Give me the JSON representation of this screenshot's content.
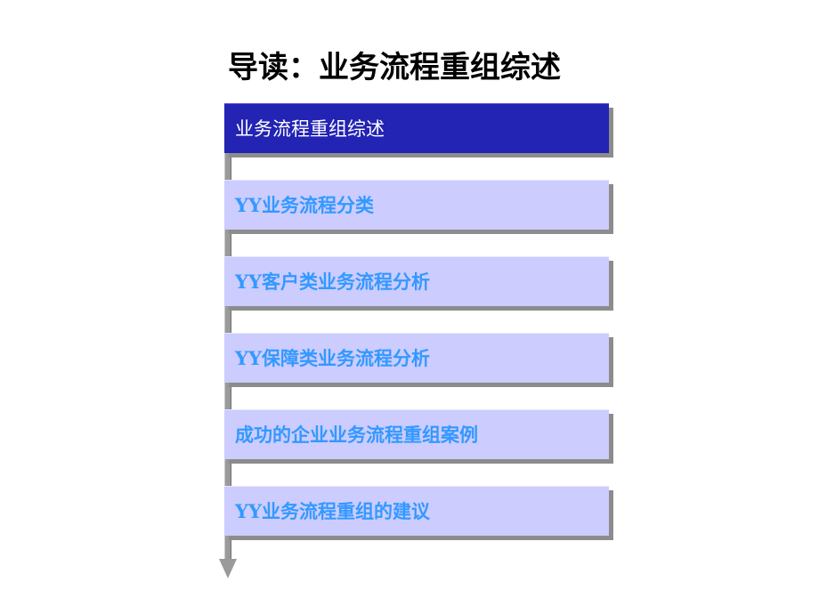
{
  "slide": {
    "title": "导读：业务流程重组综述"
  },
  "agenda": {
    "items": [
      {
        "label": "业务流程重组综述",
        "active": true
      },
      {
        "label": "YY业务流程分类",
        "active": false
      },
      {
        "label": "YY客户类业务流程分析",
        "active": false
      },
      {
        "label": "YY保障类业务流程分析",
        "active": false
      },
      {
        "label": "成功的企业业务流程重组案例",
        "active": false
      },
      {
        "label": "YY业务流程重组的建议",
        "active": false
      }
    ]
  },
  "colors": {
    "active_fill": "#2323b4",
    "active_text": "#ffffff",
    "inactive_fill": "#ccccff",
    "inactive_text": "#3399ff",
    "shadow": "#8c8c8c",
    "timeline": "#9a9a9a"
  }
}
